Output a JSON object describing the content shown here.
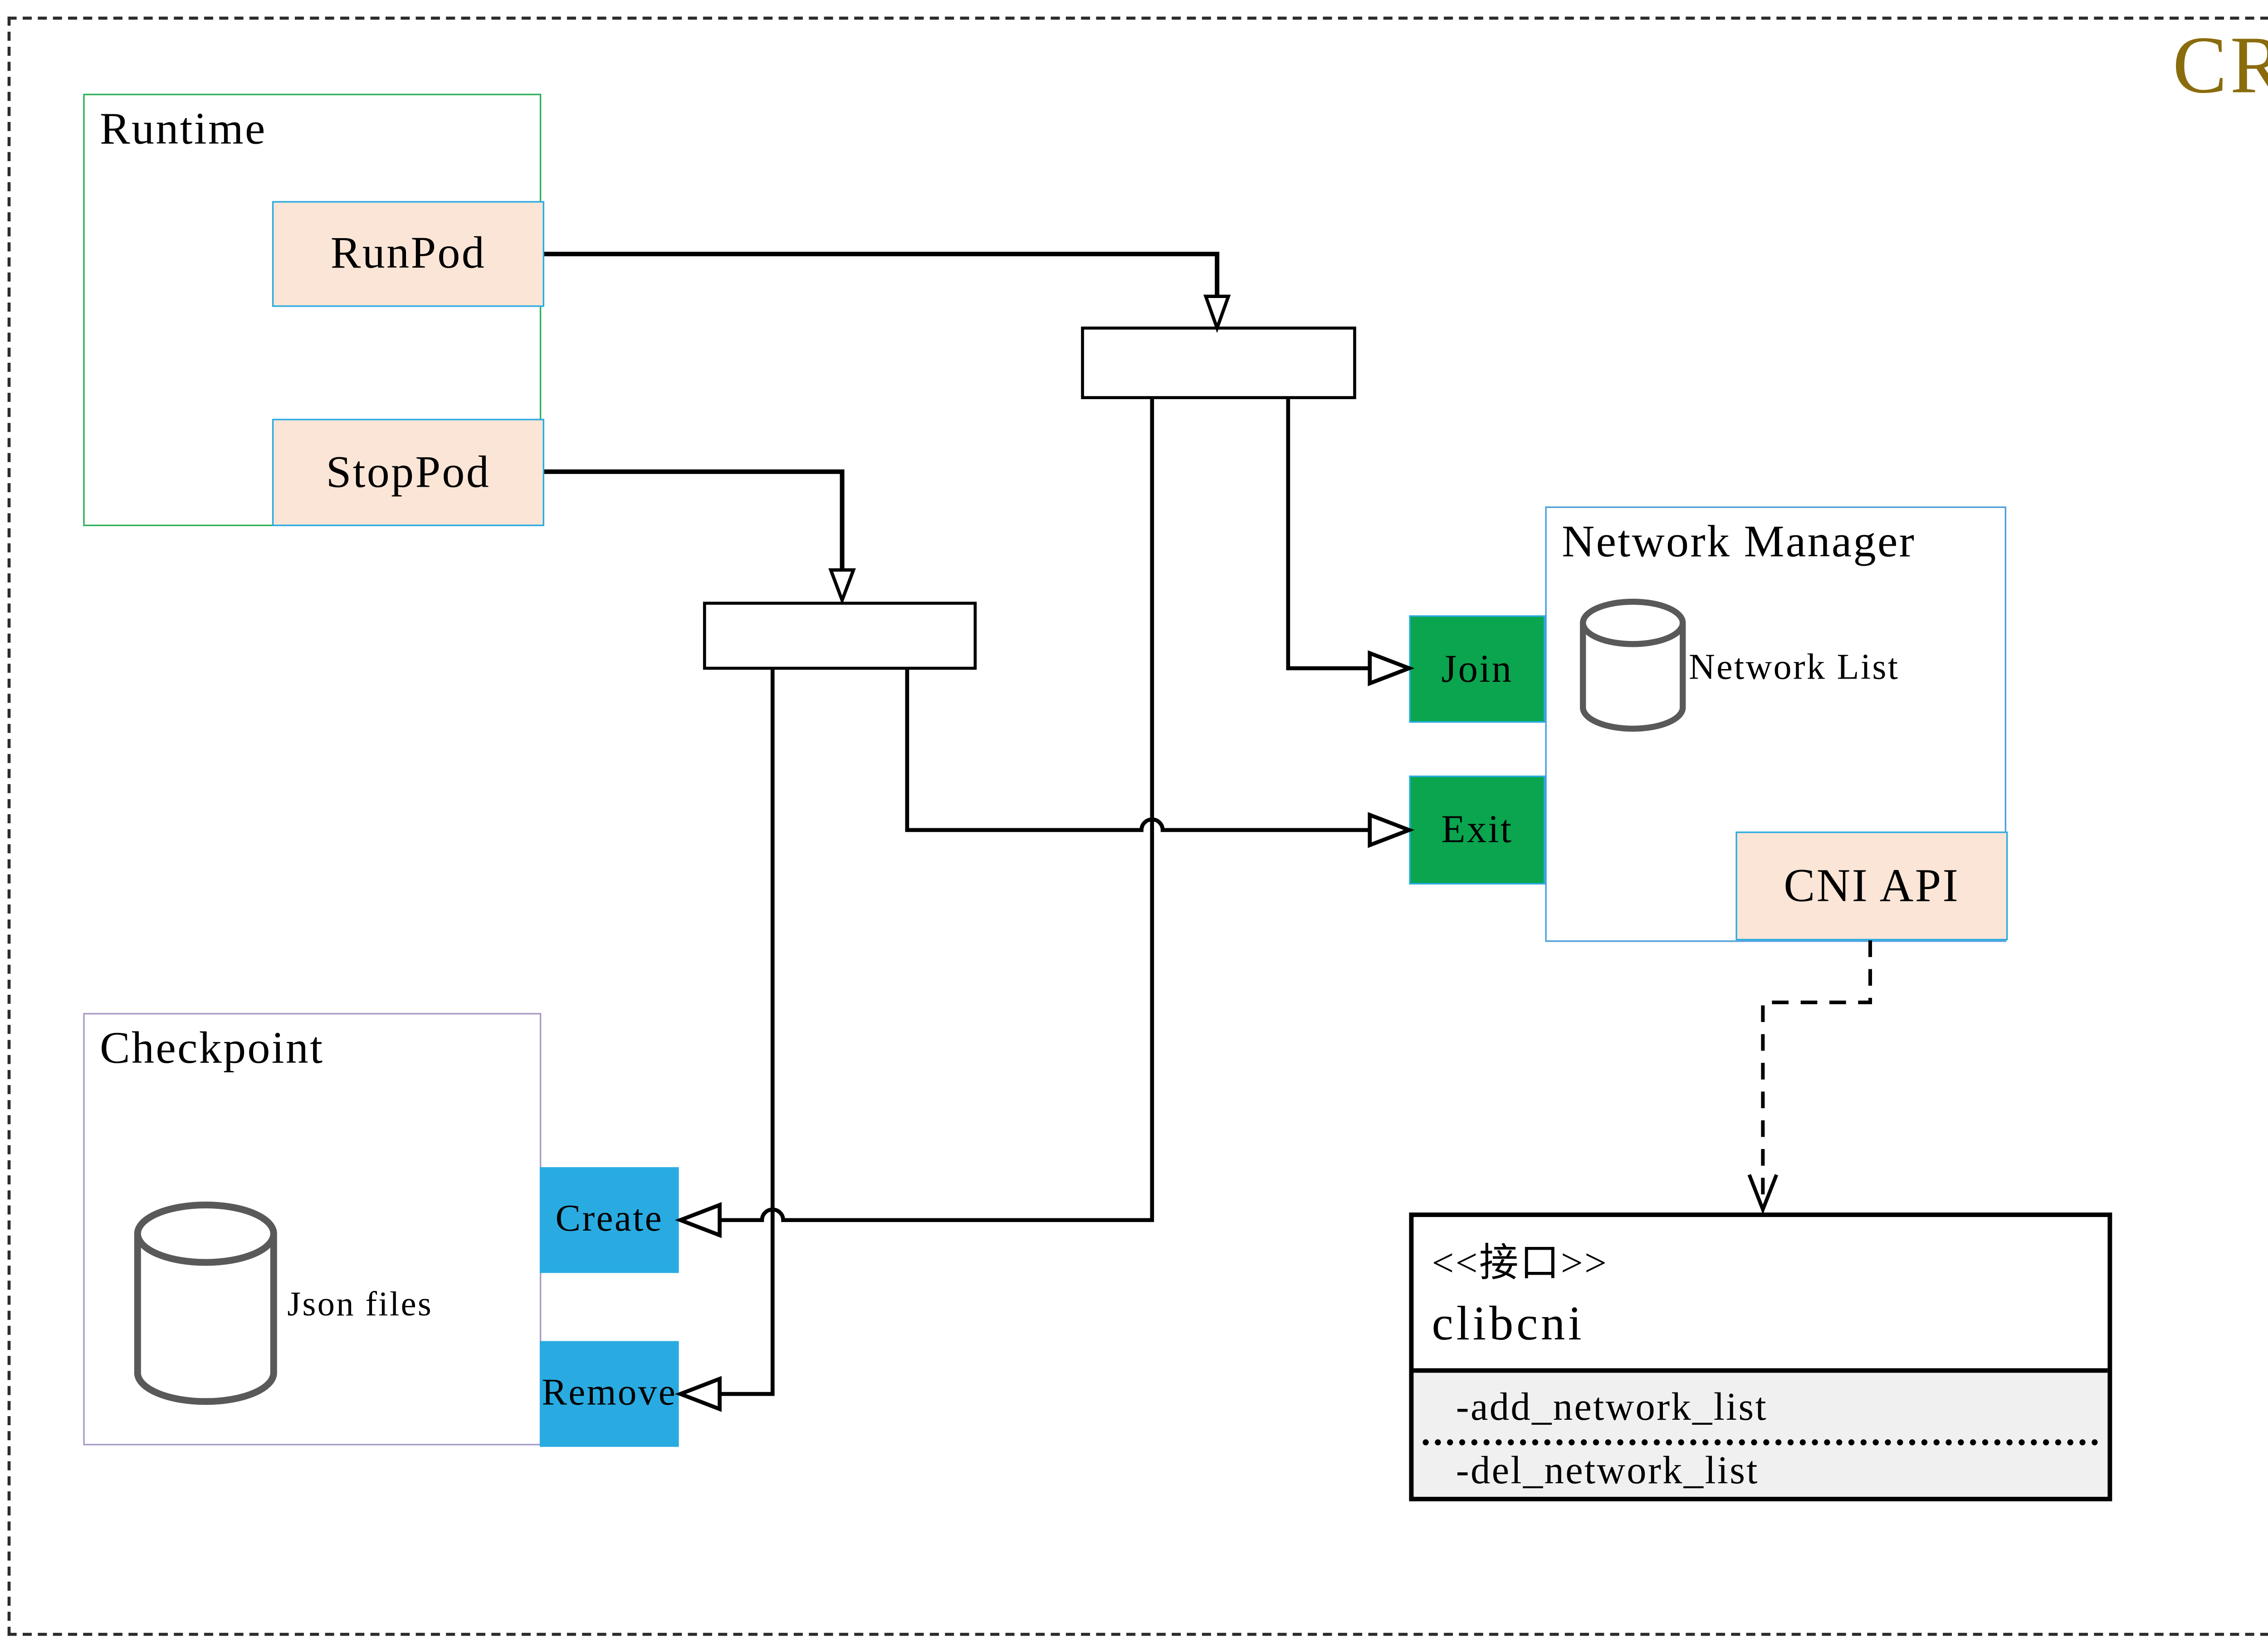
{
  "title": "CRI",
  "runtime": {
    "title": "Runtime",
    "runpod": "RunPod",
    "stoppod": "StopPod"
  },
  "checkpoint": {
    "title": "Checkpoint",
    "datastore": "Json files",
    "create": "Create",
    "remove": "Remove"
  },
  "network_manager": {
    "title": "Network Manager",
    "datastore": "Network List",
    "join": "Join",
    "exit": "Exit",
    "cni_api": "CNI API"
  },
  "clibcni": {
    "stereotype": "<<接口>>",
    "name": "clibcni",
    "method_add": "-add_network_list",
    "method_del": "-del_network_list"
  },
  "colors": {
    "title_gold": "#8a6c0d",
    "peach_fill": "#fbe5d6",
    "cyan_border": "#29abe2",
    "green_fill": "#0aa54e",
    "blue_fill": "#29abe2",
    "runtime_border": "#2eb05a",
    "checkpoint_border": "#a89ac6",
    "network_manager_border": "#4a9ed9",
    "cylinder_stroke": "#595959",
    "interface_attrs_bg": "#f0f0f0"
  }
}
